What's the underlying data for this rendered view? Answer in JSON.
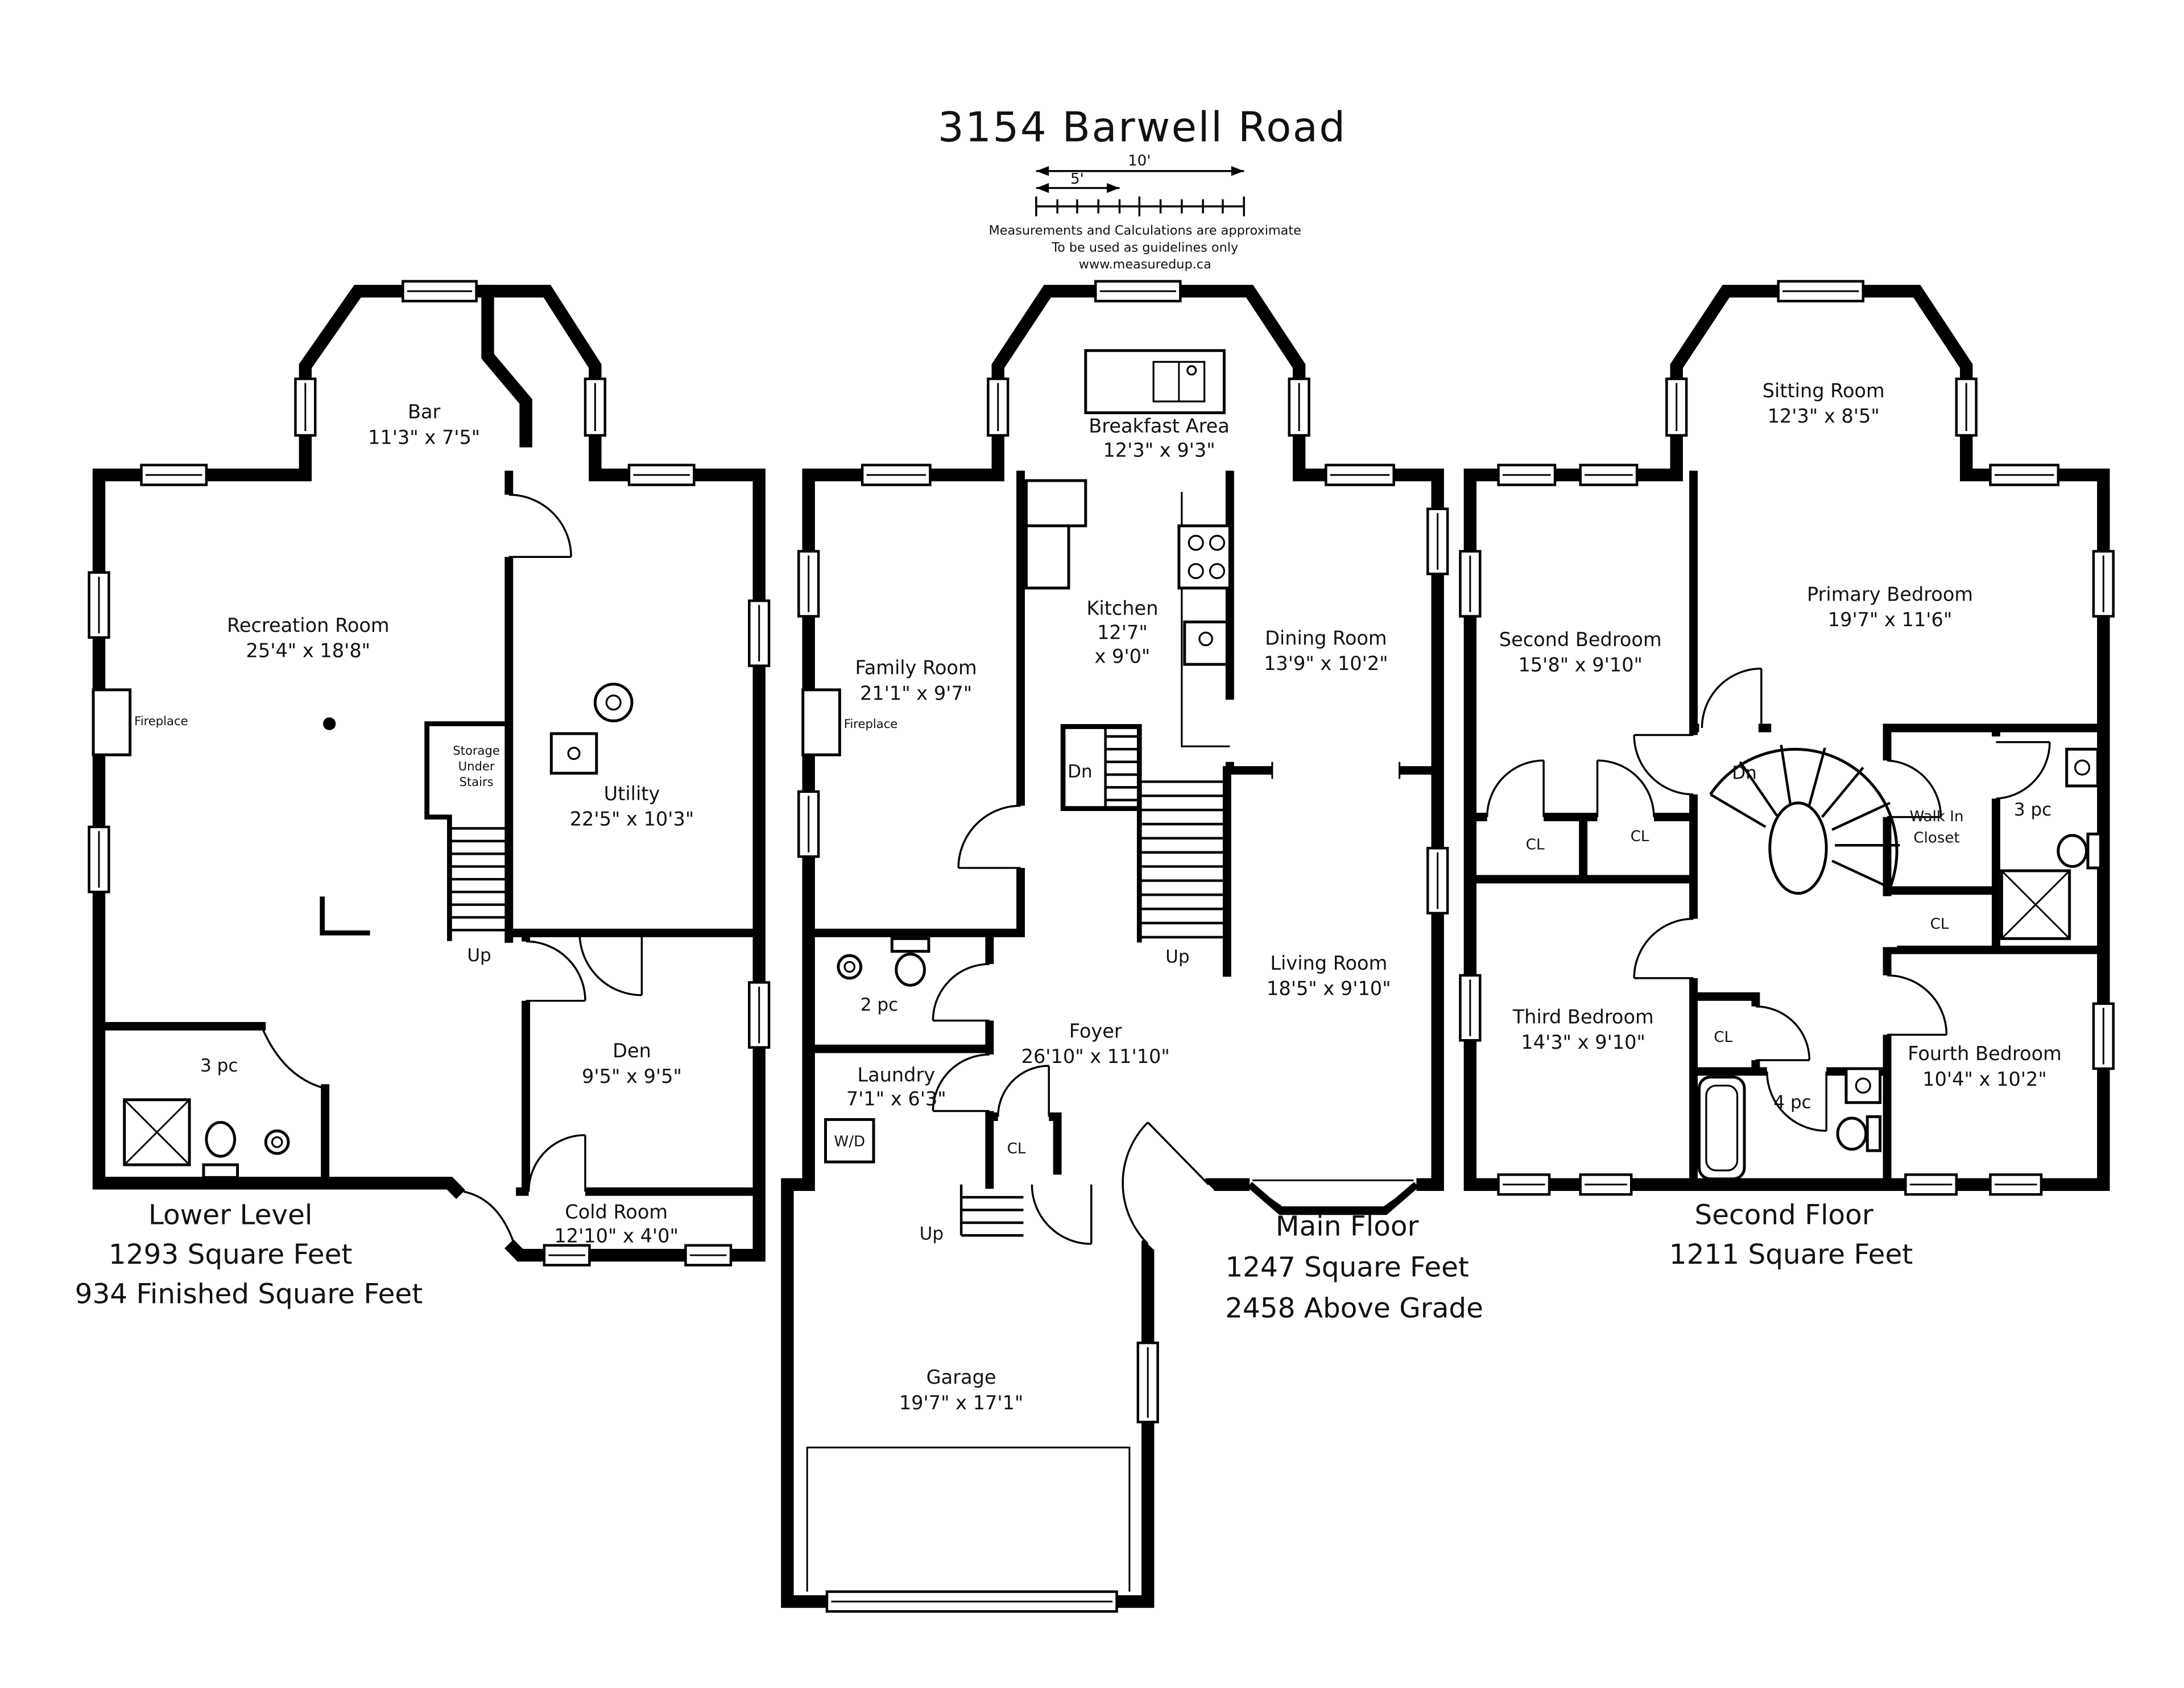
{
  "title": "3154 Barwell Road",
  "scalebar": {
    "five": "5'",
    "ten": "10'"
  },
  "disclaimer": {
    "line1": "Measurements and Calculations are approximate",
    "line2": "To be used as guidelines only",
    "line3": "www.measuredup.ca"
  },
  "lower": {
    "title": "Lower Level",
    "area1": "1293 Square Feet",
    "area2": "934 Finished Square Feet",
    "bar_name": "Bar",
    "bar_dims": "11'3\" x 7'5\"",
    "rec_name": "Recreation Room",
    "rec_dims": "25'4\" x 18'8\"",
    "utility_name": "Utility",
    "utility_dims": "22'5\" x 10'3\"",
    "den_name": "Den",
    "den_dims": "9'5\" x 9'5\"",
    "cold_name": "Cold Room",
    "cold_dims": "12'10\" x 4'0\"",
    "bath": "3 pc",
    "fireplace": "Fireplace",
    "storage1": "Storage",
    "storage2": "Under",
    "storage3": "Stairs",
    "up": "Up"
  },
  "main": {
    "title": "Main Floor",
    "area1": "1247 Square Feet",
    "area2": "2458 Above Grade",
    "breakfast_name": "Breakfast Area",
    "breakfast_dims": "12'3\" x 9'3\"",
    "kitchen_name": "Kitchen",
    "kitchen_dims1": "12'7\"",
    "kitchen_dims2": "x 9'0\"",
    "dining_name": "Dining Room",
    "dining_dims": "13'9\" x 10'2\"",
    "family_name": "Family Room",
    "family_dims": "21'1\" x 9'7\"",
    "living_name": "Living Room",
    "living_dims": "18'5\" x 9'10\"",
    "foyer_name": "Foyer",
    "foyer_dims": "26'10\" x 11'10\"",
    "laundry_name": "Laundry",
    "laundry_dims": "7'1\" x 6'3\"",
    "garage_name": "Garage",
    "garage_dims": "19'7\" x 17'1\"",
    "bath": "2 pc",
    "fireplace": "Fireplace",
    "wd": "W/D",
    "cl": "CL",
    "dn": "Dn",
    "up1": "Up",
    "up2": "Up"
  },
  "second": {
    "title": "Second Floor",
    "area1": "1211 Square Feet",
    "sitting_name": "Sitting Room",
    "sitting_dims": "12'3\" x 8'5\"",
    "primary_name": "Primary Bedroom",
    "primary_dims": "19'7\" x 11'6\"",
    "second_name": "Second Bedroom",
    "second_dims": "15'8\" x 9'10\"",
    "third_name": "Third Bedroom",
    "third_dims": "14'3\" x 9'10\"",
    "fourth_name": "Fourth Bedroom",
    "fourth_dims": "10'4\" x 10'2\"",
    "wic1": "Walk In",
    "wic2": "Closet",
    "bath3": "3 pc",
    "bath4": "4 pc",
    "cl1": "CL",
    "cl2": "CL",
    "cl3": "CL",
    "cl4": "CL",
    "dn": "Dn"
  }
}
